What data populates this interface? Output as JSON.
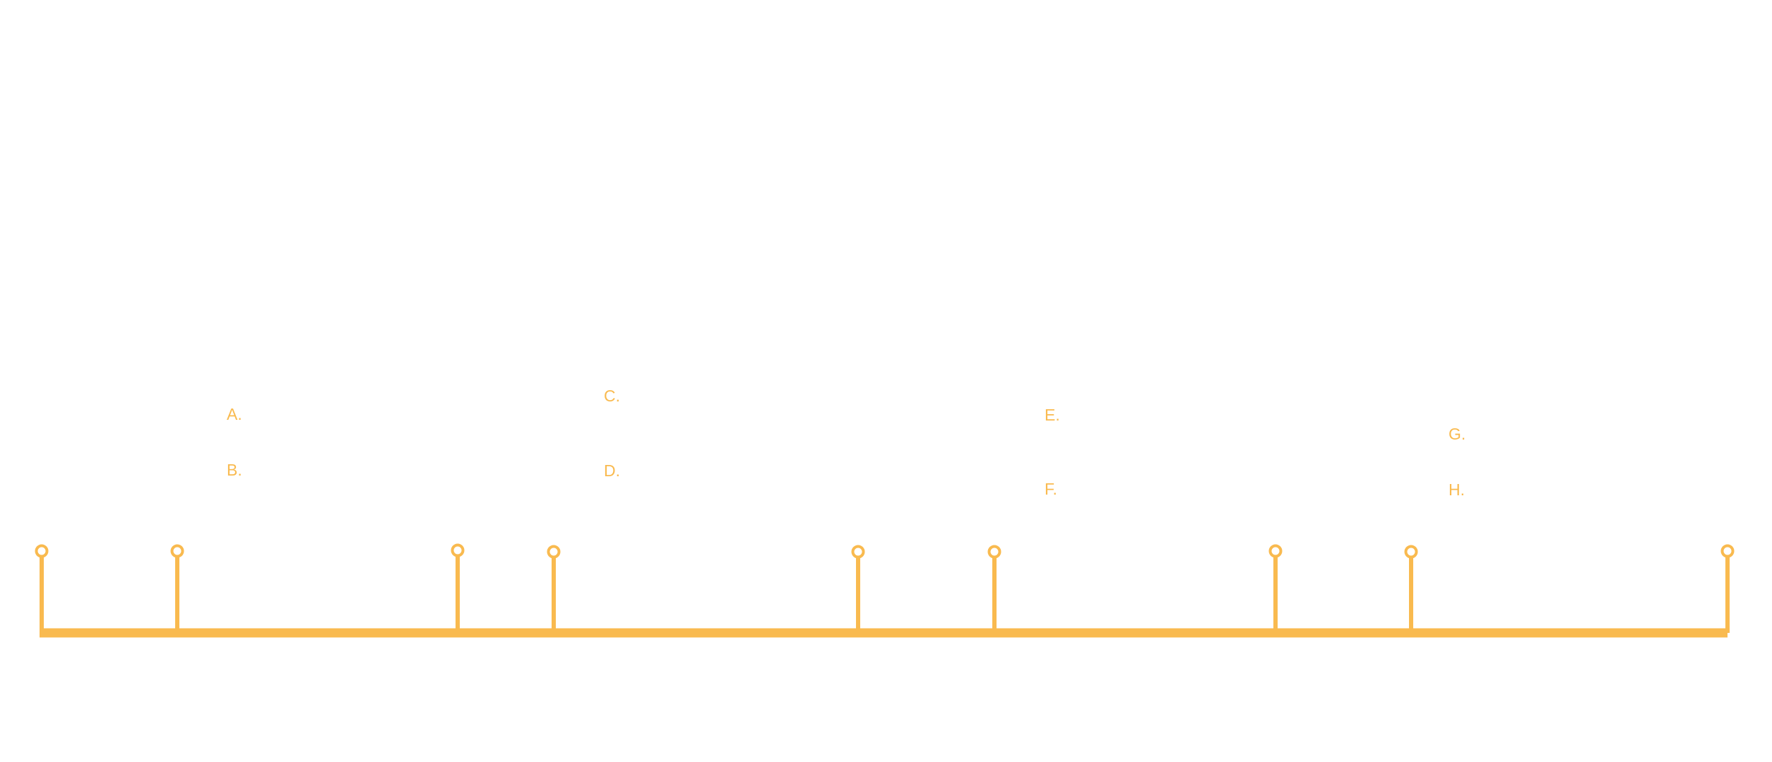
{
  "theme": {
    "accent": "#F9BA4F",
    "background": "#FFFFFF"
  },
  "timeline": {
    "labels": [
      "A.",
      "B.",
      "C.",
      "D.",
      "E.",
      "F.",
      "G.",
      "H."
    ],
    "marker_count": 9
  }
}
